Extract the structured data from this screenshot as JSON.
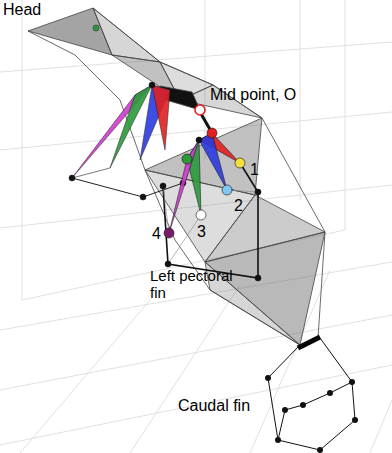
{
  "diagram": {
    "labels": [
      "Head",
      "Mid point, O",
      "1",
      "2",
      "3",
      "4",
      "Left pectoral fin",
      "Caudal fin"
    ]
  }
}
